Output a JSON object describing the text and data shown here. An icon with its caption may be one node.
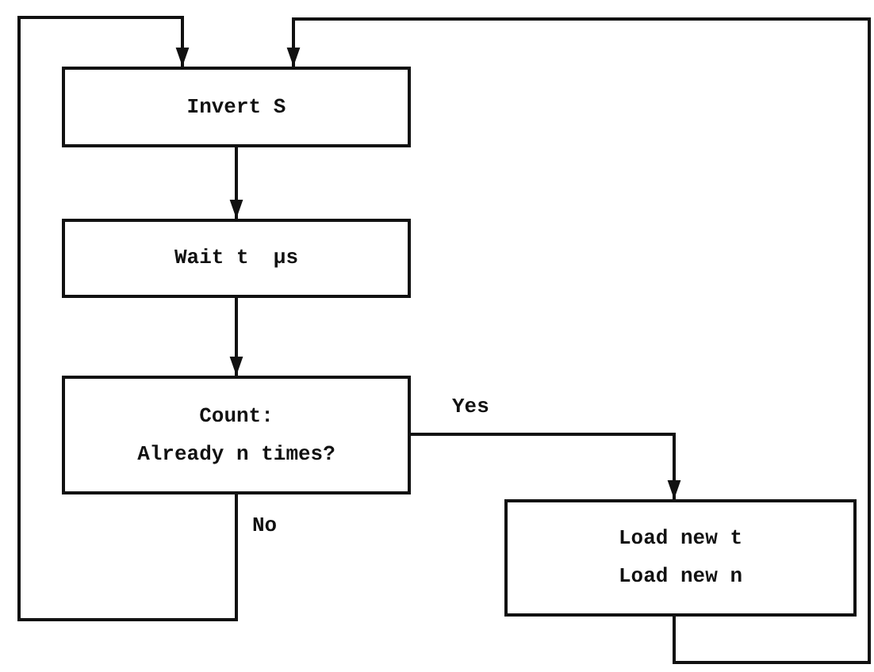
{
  "diagram": {
    "nodes": [
      {
        "text": [
          "Invert S"
        ]
      },
      {
        "text": [
          "Wait t  μs"
        ]
      },
      {
        "text": [
          "Count:",
          "Already n times?"
        ]
      },
      {
        "text": [
          "Load new t",
          "Load new n"
        ]
      }
    ],
    "edges": [
      {
        "from": 0,
        "to": 1,
        "arrow": "to"
      },
      {
        "from": 1,
        "to": 2,
        "arrow": "to"
      },
      {
        "from": 2,
        "to": 3,
        "arrow": "to",
        "label": "Yes"
      },
      {
        "from": 2,
        "to": 0,
        "arrow": "to",
        "label": "No"
      },
      {
        "from": 3,
        "to": 0,
        "arrow": "to"
      }
    ]
  }
}
